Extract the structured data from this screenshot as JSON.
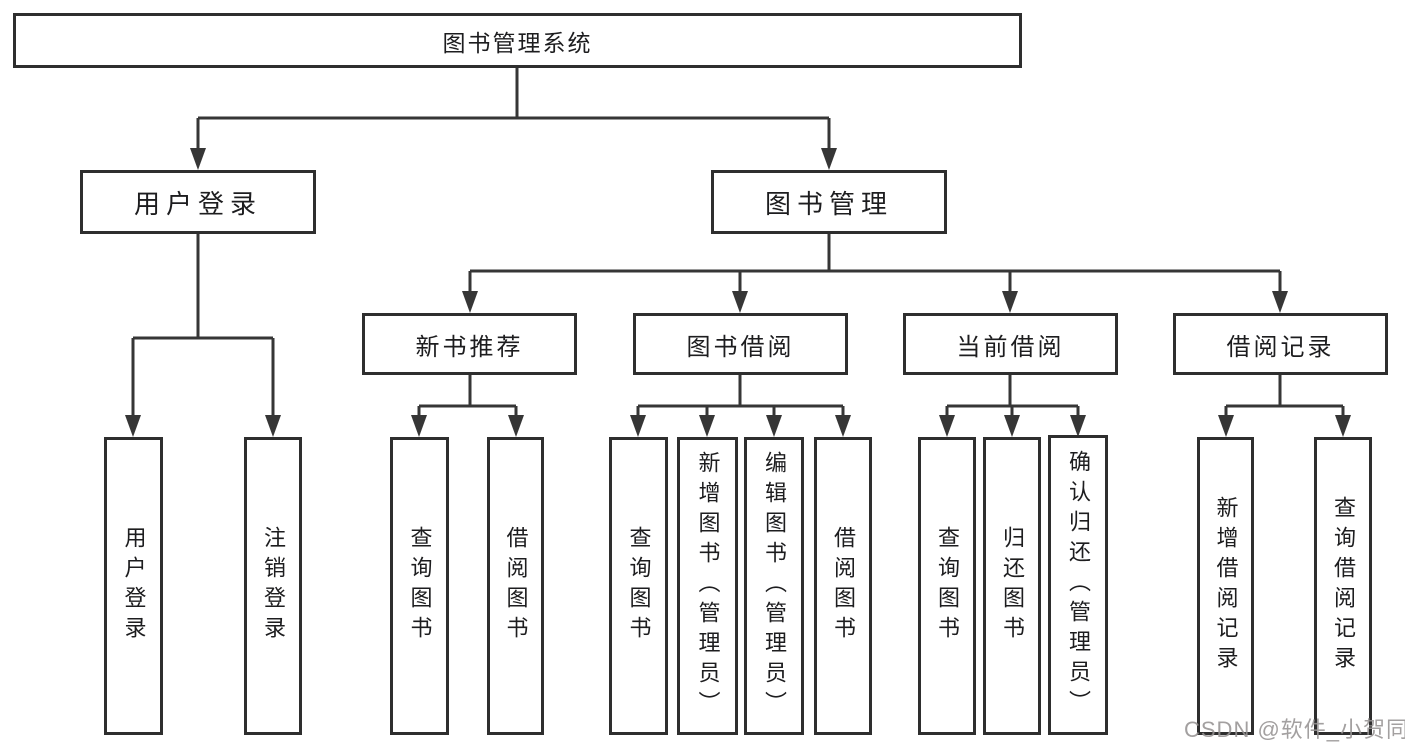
{
  "diagram": {
    "tree": {
      "label": "图书管理系统",
      "children": [
        {
          "label": "用户登录",
          "children": [
            {
              "label": "用户登录"
            },
            {
              "label": "注销登录"
            }
          ]
        },
        {
          "label": "图书管理",
          "children": [
            {
              "label": "新书推荐",
              "children": [
                {
                  "label": "查询图书"
                },
                {
                  "label": "借阅图书"
                }
              ]
            },
            {
              "label": "图书借阅",
              "children": [
                {
                  "label": "查询图书"
                },
                {
                  "label": "新增图书（管理员）"
                },
                {
                  "label": "编辑图书（管理员）"
                },
                {
                  "label": "借阅图书"
                }
              ]
            },
            {
              "label": "当前借阅",
              "children": [
                {
                  "label": "查询图书"
                },
                {
                  "label": "归还图书"
                },
                {
                  "label": "确认归还（管理员）"
                }
              ]
            },
            {
              "label": "借阅记录",
              "children": [
                {
                  "label": "新增借阅记录"
                },
                {
                  "label": "查询借阅记录"
                }
              ]
            }
          ]
        }
      ]
    },
    "watermark": {
      "text": "CSDN @软件_小贺同学"
    },
    "colors": {
      "line": "#363636",
      "box_border": "#2e2e2e",
      "text": "#1d1d1f",
      "watermark": "#969393",
      "background": "#ffffff"
    }
  }
}
